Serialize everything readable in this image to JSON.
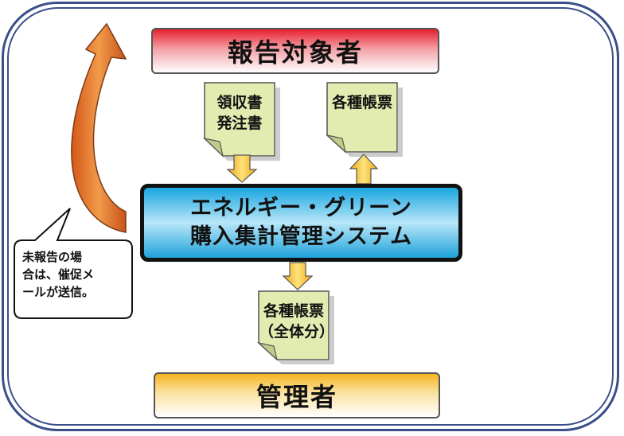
{
  "diagram": {
    "reporter_label": "報告対象者",
    "manager_label": "管理者",
    "system_line1": "エネルギー・グリーン",
    "system_line2": "購入集計管理システム",
    "doc_receipts": "領収書\n発注書",
    "doc_forms": "各種帳票",
    "doc_forms_all": "各種帳票\n（全体分）",
    "callout": "未報告の場\n合は、催促メ\nールが送信。"
  },
  "colors": {
    "frame": "#3a4f8a",
    "doc_fill": "#e3ecb0",
    "arrow_yellow": "#f7bd25",
    "arrow_orange": "#e8782a"
  }
}
